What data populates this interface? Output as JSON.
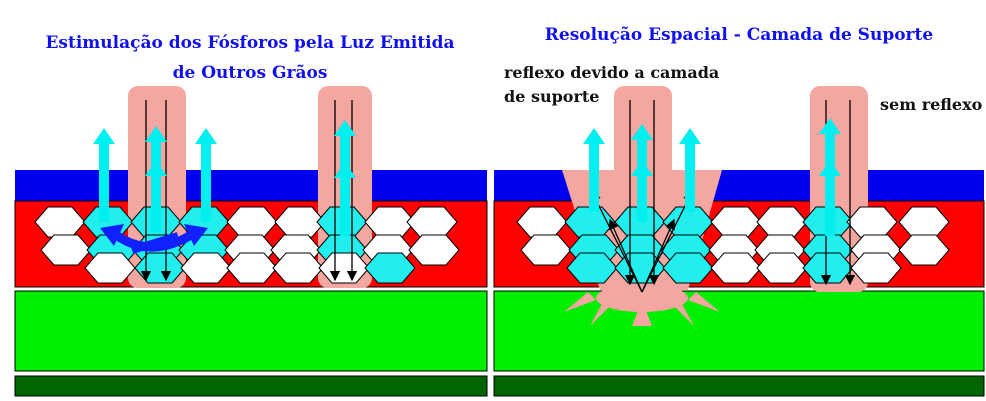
{
  "left_panel": {
    "title_line1": "Estimulação dos Fósforos pela Luz Emitida",
    "title_line2": "de Outros Grãos"
  },
  "right_panel": {
    "title": "Resolução Espacial - Camada de Suporte",
    "note_reflex_line1": "reflexo devido a camada",
    "note_reflex_line2": "de suporte",
    "note_no_reflex": "sem reflexo"
  },
  "colors": {
    "blue_layer": "#0000ee",
    "red_layer": "#ff0000",
    "green_layer": "#00ee00",
    "dark_green_base": "#006400",
    "light_beam": "#f4a6a0",
    "phosphor_lit": "#22eeee",
    "phosphor_unlit": "#ffffff",
    "emission_arrow": "#00f0f0",
    "title_text": "#1010ee"
  }
}
